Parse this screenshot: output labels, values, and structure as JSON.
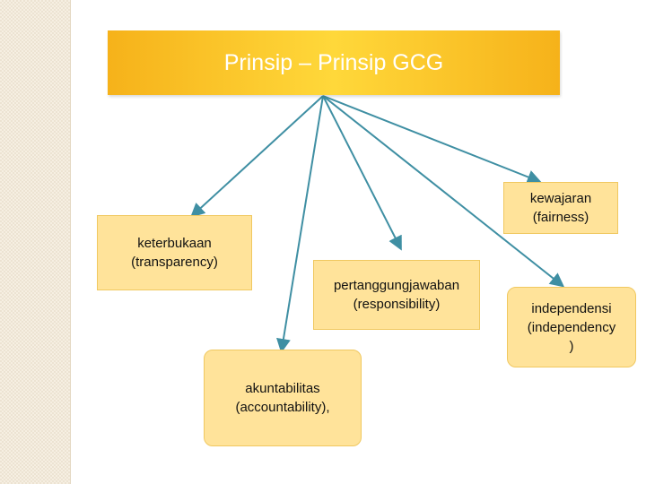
{
  "title": "Prinsip – Prinsip GCG",
  "nodes": {
    "kewajaran": "kewajaran\n(fairness)",
    "keterbukaan": "keterbukaan\n(transparency)",
    "pertanggungjawaban": "pertanggungjawaban\n(responsibility)",
    "independensi": "independensi\n(independency\n)",
    "akuntabilitas": "akuntabilitas\n(accountability),"
  },
  "colors": {
    "title_fill": "#ffd83a",
    "title_text": "#ffffff",
    "node_fill": "#ffe39a",
    "connector": "#3f8fa3"
  }
}
